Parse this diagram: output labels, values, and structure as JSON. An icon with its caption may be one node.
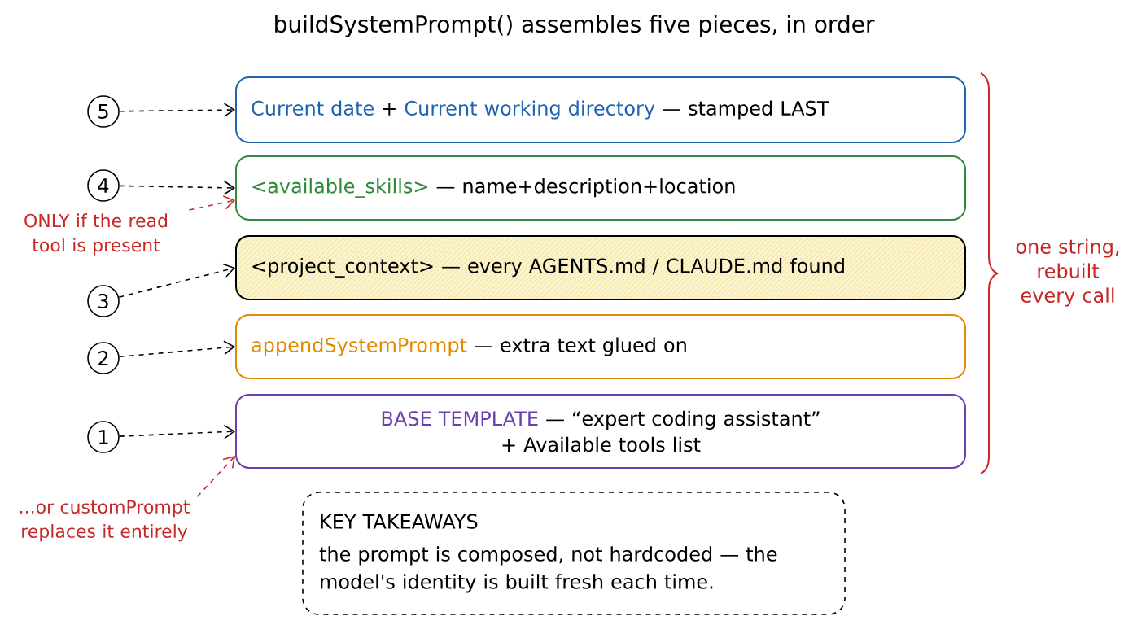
{
  "diagram": {
    "title": "buildSystemPrompt() assembles five pieces, in order",
    "nodes": [
      {
        "text": [
          "5"
        ]
      },
      {
        "text": [
          "Current date",
          "+",
          "Current working directory",
          "— stamped LAST"
        ]
      },
      {
        "text": [
          "4"
        ]
      },
      {
        "text": [
          "<available_skills>",
          "— name+description+location"
        ]
      },
      {
        "text": [
          "ONLY if the read tool is present"
        ]
      },
      {
        "text": [
          "3"
        ]
      },
      {
        "text": [
          "<project_context> — every AGENTS.md / CLAUDE.md found"
        ]
      },
      {
        "text": [
          "2"
        ]
      },
      {
        "text": [
          "appendSystemPrompt",
          "— extra text glued on"
        ]
      },
      {
        "text": [
          "1"
        ]
      },
      {
        "text": [
          "BASE TEMPLATE",
          "— “expert coding assistant”",
          "+ Available tools list"
        ]
      },
      {
        "text": [
          "...or customPrompt replaces it entirely"
        ]
      },
      {
        "text": [
          "KEY TAKEAWAYS",
          "the prompt is composed, not hardcoded — the model's identity is built fresh each time."
        ]
      }
    ],
    "edges": [
      {
        "from": 0,
        "to": 1,
        "arrow": "to",
        "style": "dashed"
      },
      {
        "from": 2,
        "to": 3,
        "arrow": "to",
        "style": "dashed"
      },
      {
        "from": 4,
        "to": 3,
        "arrow": "to",
        "style": "dashed",
        "color": "#c62828"
      },
      {
        "from": 5,
        "to": 6,
        "arrow": "to",
        "style": "dashed"
      },
      {
        "from": 7,
        "to": 8,
        "arrow": "to",
        "style": "dashed"
      },
      {
        "from": 9,
        "to": 10,
        "arrow": "to",
        "style": "dashed"
      },
      {
        "from": 11,
        "to": 10,
        "arrow": "to",
        "style": "dashed",
        "color": "#c62828"
      }
    ],
    "labels": [
      "one string, rebuilt every call"
    ]
  }
}
